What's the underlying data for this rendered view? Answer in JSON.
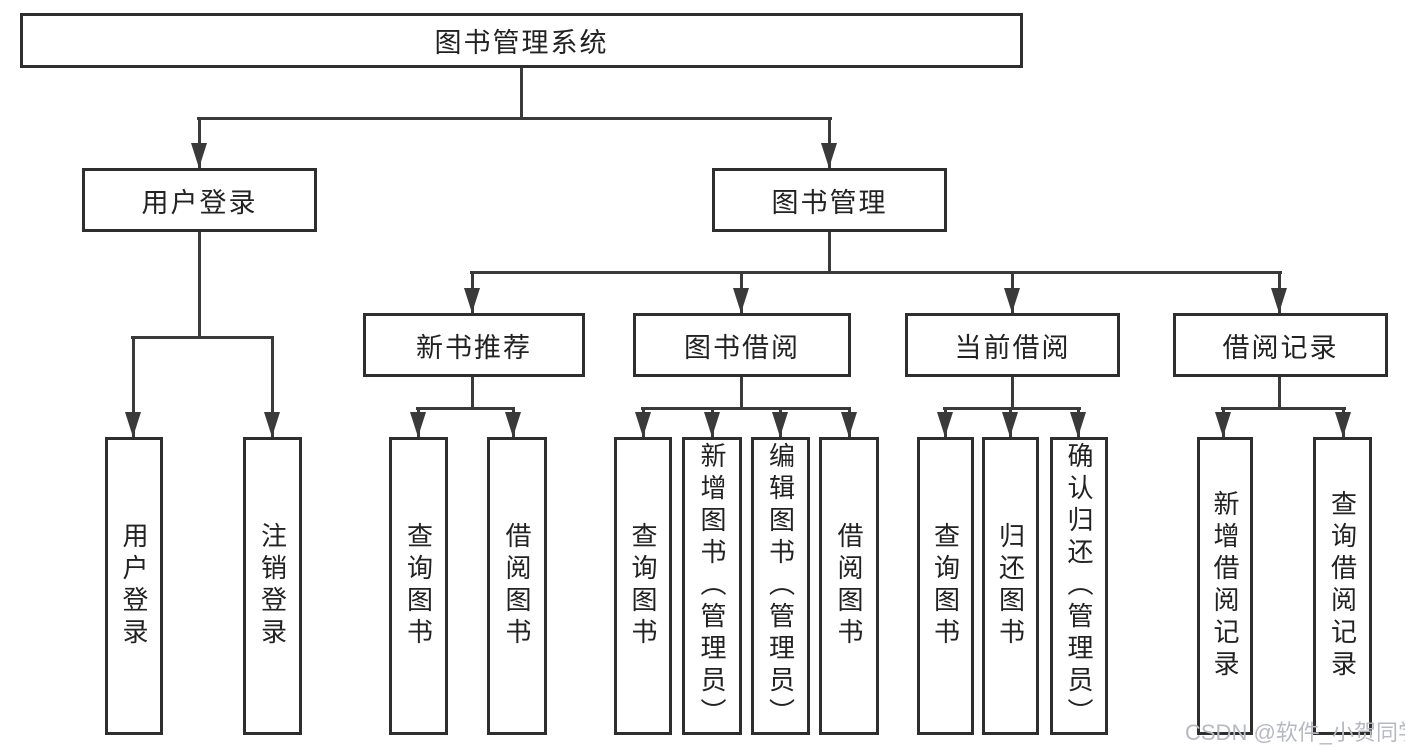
{
  "colors": {
    "line": "#3a3a3a",
    "border": "#2e2e2e",
    "text": "#222222",
    "background": "#ffffff",
    "watermark": "#b7bac3"
  },
  "tree": {
    "label": "图书管理系统",
    "children": [
      {
        "label": "用户登录",
        "children": [
          {
            "label": "用户登录"
          },
          {
            "label": "注销登录"
          }
        ]
      },
      {
        "label": "图书管理",
        "children": [
          {
            "label": "新书推荐",
            "children": [
              {
                "label": "查询图书"
              },
              {
                "label": "借阅图书"
              }
            ]
          },
          {
            "label": "图书借阅",
            "children": [
              {
                "label": "查询图书"
              },
              {
                "label": "新增图书（管理员）"
              },
              {
                "label": "编辑图书（管理员）"
              },
              {
                "label": "借阅图书"
              }
            ]
          },
          {
            "label": "当前借阅",
            "children": [
              {
                "label": "查询图书"
              },
              {
                "label": "归还图书"
              },
              {
                "label": "确认归还（管理员）"
              }
            ]
          },
          {
            "label": "借阅记录",
            "children": [
              {
                "label": "新增借阅记录"
              },
              {
                "label": "查询借阅记录"
              }
            ]
          }
        ]
      }
    ]
  },
  "watermark": {
    "text": "CSDN @软件_小贺同学"
  }
}
